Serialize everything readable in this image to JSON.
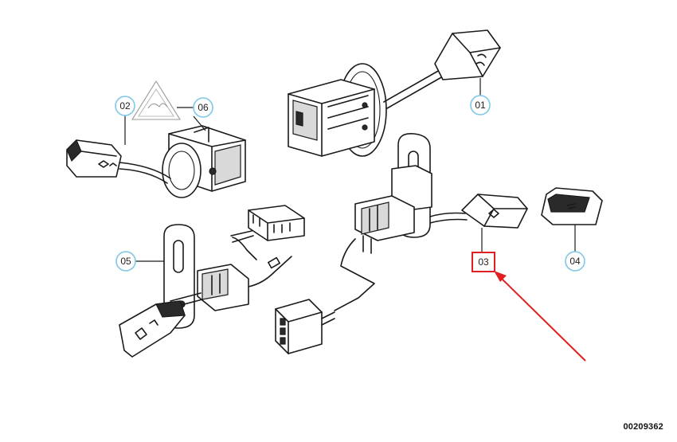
{
  "callouts": {
    "c01": "01",
    "c02": "02",
    "c03": "03",
    "c04": "04",
    "c05": "05",
    "c06": "06"
  },
  "highlight": {
    "target": "03",
    "color": "#e02020"
  },
  "callout_color": "#7ec8e8",
  "reference_number": "00209362"
}
